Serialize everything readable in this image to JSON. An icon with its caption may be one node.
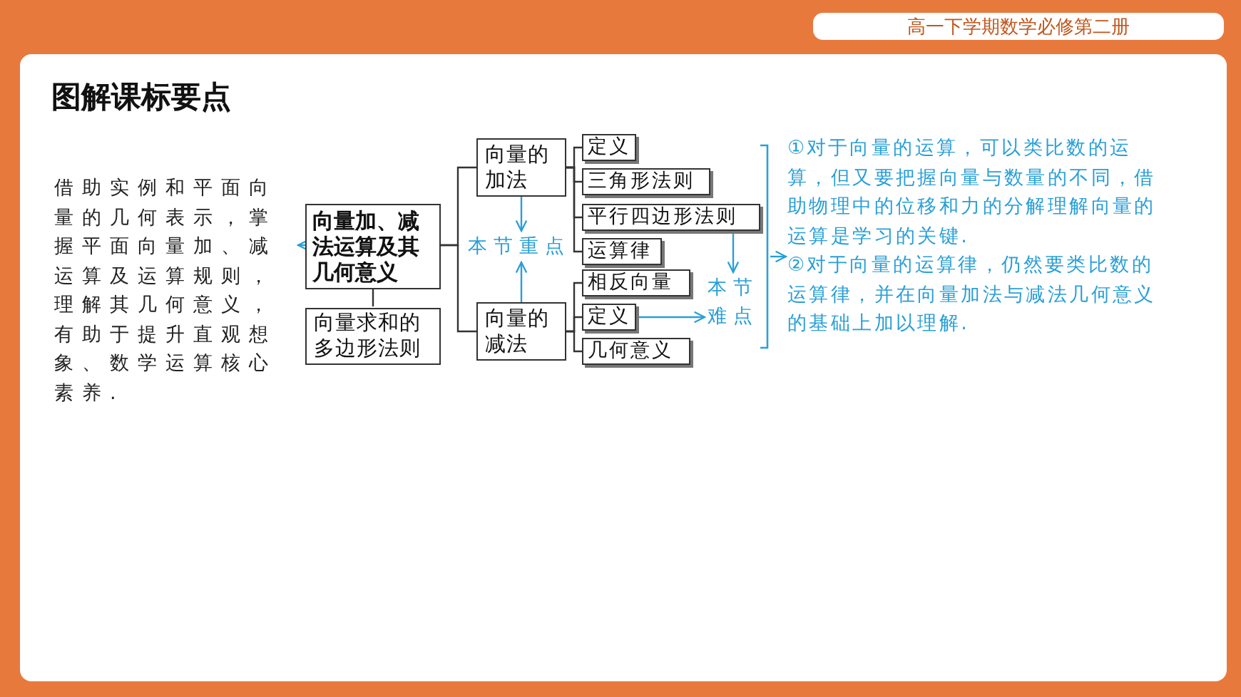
{
  "diagram": {
    "title": "图解课标要点",
    "nodes": [
      {
        "text": [
          "借助实例和平面向量的几何表示，掌握平面向量加、减运算及运算规则，理解其几何意义，有助于提升直观想象、数学运算核心素养."
        ]
      },
      {
        "text": [
          "向量加、减法运算及其几何意义"
        ]
      },
      {
        "text": [
          "向量求和的多边形法则"
        ]
      },
      {
        "text": [
          "向量的加法"
        ]
      },
      {
        "text": [
          "向量的减法"
        ]
      },
      {
        "text": [
          "定义"
        ]
      },
      {
        "text": [
          "三角形法则"
        ]
      },
      {
        "text": [
          "平行四边形法则"
        ]
      },
      {
        "text": [
          "运算律"
        ]
      },
      {
        "text": [
          "相反向量"
        ]
      },
      {
        "text": [
          "定义"
        ]
      },
      {
        "text": [
          "几何意义"
        ]
      },
      {
        "text": [
          "本节重点"
        ]
      },
      {
        "text": [
          "本节难点"
        ]
      },
      {
        "text": [
          "①对于向量的运算，可以类比数的运算，但又要把握向量与数量的不同，借助物理中的位移和力的分解理解向量的运算是学习的关键.",
          "②对于向量的运算律，仍然要类比数的运算律，并在向量加法与减法几何意义的基础上加以理解."
        ]
      }
    ],
    "edges": [
      {
        "from": 1,
        "to": 0,
        "arrow": "to",
        "color": "#2a9fd6"
      },
      {
        "from": 1,
        "to": 2,
        "arrow": "none"
      },
      {
        "from": 1,
        "to": 3,
        "arrow": "none"
      },
      {
        "from": 1,
        "to": 4,
        "arrow": "none"
      },
      {
        "from": 3,
        "to": 5,
        "arrow": "none"
      },
      {
        "from": 3,
        "to": 6,
        "arrow": "none"
      },
      {
        "from": 3,
        "to": 7,
        "arrow": "none"
      },
      {
        "from": 3,
        "to": 8,
        "arrow": "none"
      },
      {
        "from": 4,
        "to": 9,
        "arrow": "none"
      },
      {
        "from": 4,
        "to": 10,
        "arrow": "none"
      },
      {
        "from": 4,
        "to": 11,
        "arrow": "none"
      },
      {
        "from": 3,
        "to": 12,
        "arrow": "to",
        "color": "#2a9fd6"
      },
      {
        "from": 4,
        "to": 12,
        "arrow": "to",
        "color": "#2a9fd6"
      },
      {
        "from": 7,
        "to": 13,
        "arrow": "to",
        "color": "#2a9fd6"
      },
      {
        "from": 10,
        "to": 13,
        "arrow": "to",
        "color": "#2a9fd6"
      },
      {
        "from": null,
        "to": 14,
        "arrow": "to",
        "color": "#2a9fd6"
      }
    ],
    "labels": [
      "高一下学期数学必修第二册"
    ]
  }
}
